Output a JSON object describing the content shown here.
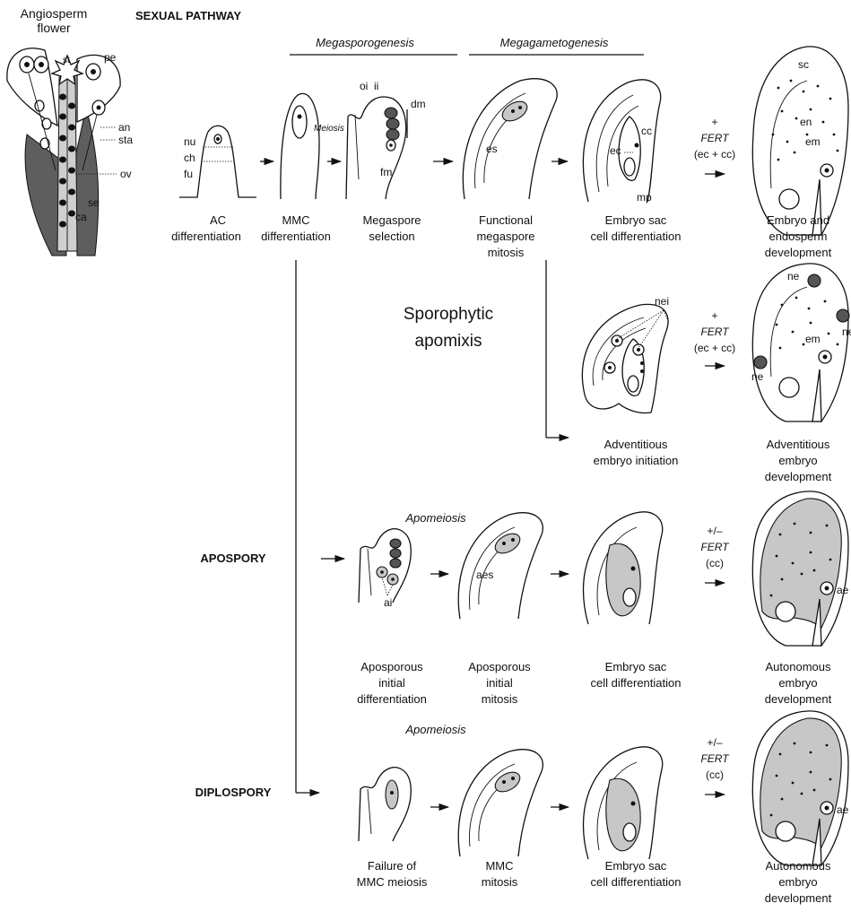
{
  "header": {
    "flower_title_line1": "Angiosperm",
    "flower_title_line2": "flower",
    "sexual_pathway": "SEXUAL PATHWAY",
    "megasporogenesis": "Megasporogenesis",
    "megagametogenesis": "Megagametogenesis"
  },
  "flower_labels": {
    "st": "st",
    "pe": "pe",
    "an": "an",
    "sta": "sta",
    "ov": "ov",
    "ca": "ca",
    "se": "se"
  },
  "ovule_labels": {
    "nu": "nu",
    "ch": "ch",
    "fu": "fu",
    "meiosis": "Meiosis",
    "oi": "oi",
    "ii": "ii",
    "dm": "dm",
    "fm": "fm",
    "es": "es",
    "cc": "cc",
    "ec": "ec",
    "mp": "mp",
    "sc": "sc",
    "en": "en",
    "em": "em",
    "nei": "nei",
    "ne": "ne",
    "ai": "ai",
    "aes": "aes",
    "ae": "ae"
  },
  "fert": {
    "plus": "+",
    "plus_minus": "+/–",
    "fert": "FERT",
    "ec_cc": "(ec + cc)",
    "cc": "(cc)"
  },
  "sexual_row": {
    "captions": [
      [
        "AC",
        "differentiation"
      ],
      [
        "MMC",
        "differentiation"
      ],
      [
        "Megaspore",
        "selection"
      ],
      [
        "Functional",
        "megaspore",
        "mitosis"
      ],
      [
        "Embryo sac",
        "cell differentiation"
      ],
      [
        "Embryo and",
        "endosperm",
        "development"
      ]
    ]
  },
  "sporophytic": {
    "label_line1": "Sporophytic",
    "label_line2": "apomixis",
    "captions": [
      [
        "Adventitious",
        "embryo initiation"
      ],
      [
        "Adventitious",
        "embryo",
        "development"
      ]
    ]
  },
  "apospory": {
    "label": "APOSPORY",
    "apomeiosis": "Apomeiosis",
    "captions": [
      [
        "Aposporous",
        "initial",
        "differentiation"
      ],
      [
        "Aposporous",
        "initial",
        "mitosis"
      ],
      [
        "Embryo sac",
        "cell differentiation"
      ],
      [
        "Autonomous",
        "embryo",
        "development"
      ]
    ]
  },
  "diplospory": {
    "label": "DIPLOSPORY",
    "apomeiosis": "Apomeiosis",
    "captions": [
      [
        "Failure of",
        "MMC meiosis"
      ],
      [
        "MMC",
        "mitosis"
      ],
      [
        "Embryo sac",
        "cell differentiation"
      ],
      [
        "Autonomous",
        "embryo",
        "development"
      ]
    ]
  }
}
